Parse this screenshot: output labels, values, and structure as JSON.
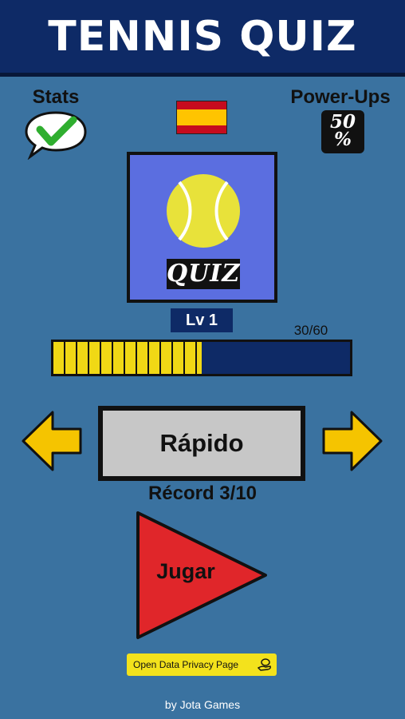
{
  "header": {
    "title": "TENNIS QUIZ"
  },
  "stats": {
    "label": "Stats"
  },
  "powerups": {
    "label": "Power-Ups",
    "badge_line1": "50",
    "badge_line2": "%"
  },
  "flag": {
    "icon": "spain-flag-icon",
    "colors": [
      "#c60b1e",
      "#ffc400",
      "#c60b1e"
    ]
  },
  "quiz_card": {
    "label": "QUIZ",
    "background": "#5b6ee0"
  },
  "level": {
    "label": "Lv 1"
  },
  "progress": {
    "text": "30/60",
    "current": 30,
    "total": 60,
    "fill_color": "#f0d815"
  },
  "mode": {
    "label": "Rápido"
  },
  "record": {
    "text": "Récord 3/10"
  },
  "play": {
    "label": "Jugar",
    "color": "#e0262a"
  },
  "privacy": {
    "label": "Open Data Privacy Page"
  },
  "footer": {
    "text": "by Jota Games"
  },
  "colors": {
    "background": "#3a72a0",
    "header": "#0e2a66",
    "arrow": "#f5c400"
  }
}
